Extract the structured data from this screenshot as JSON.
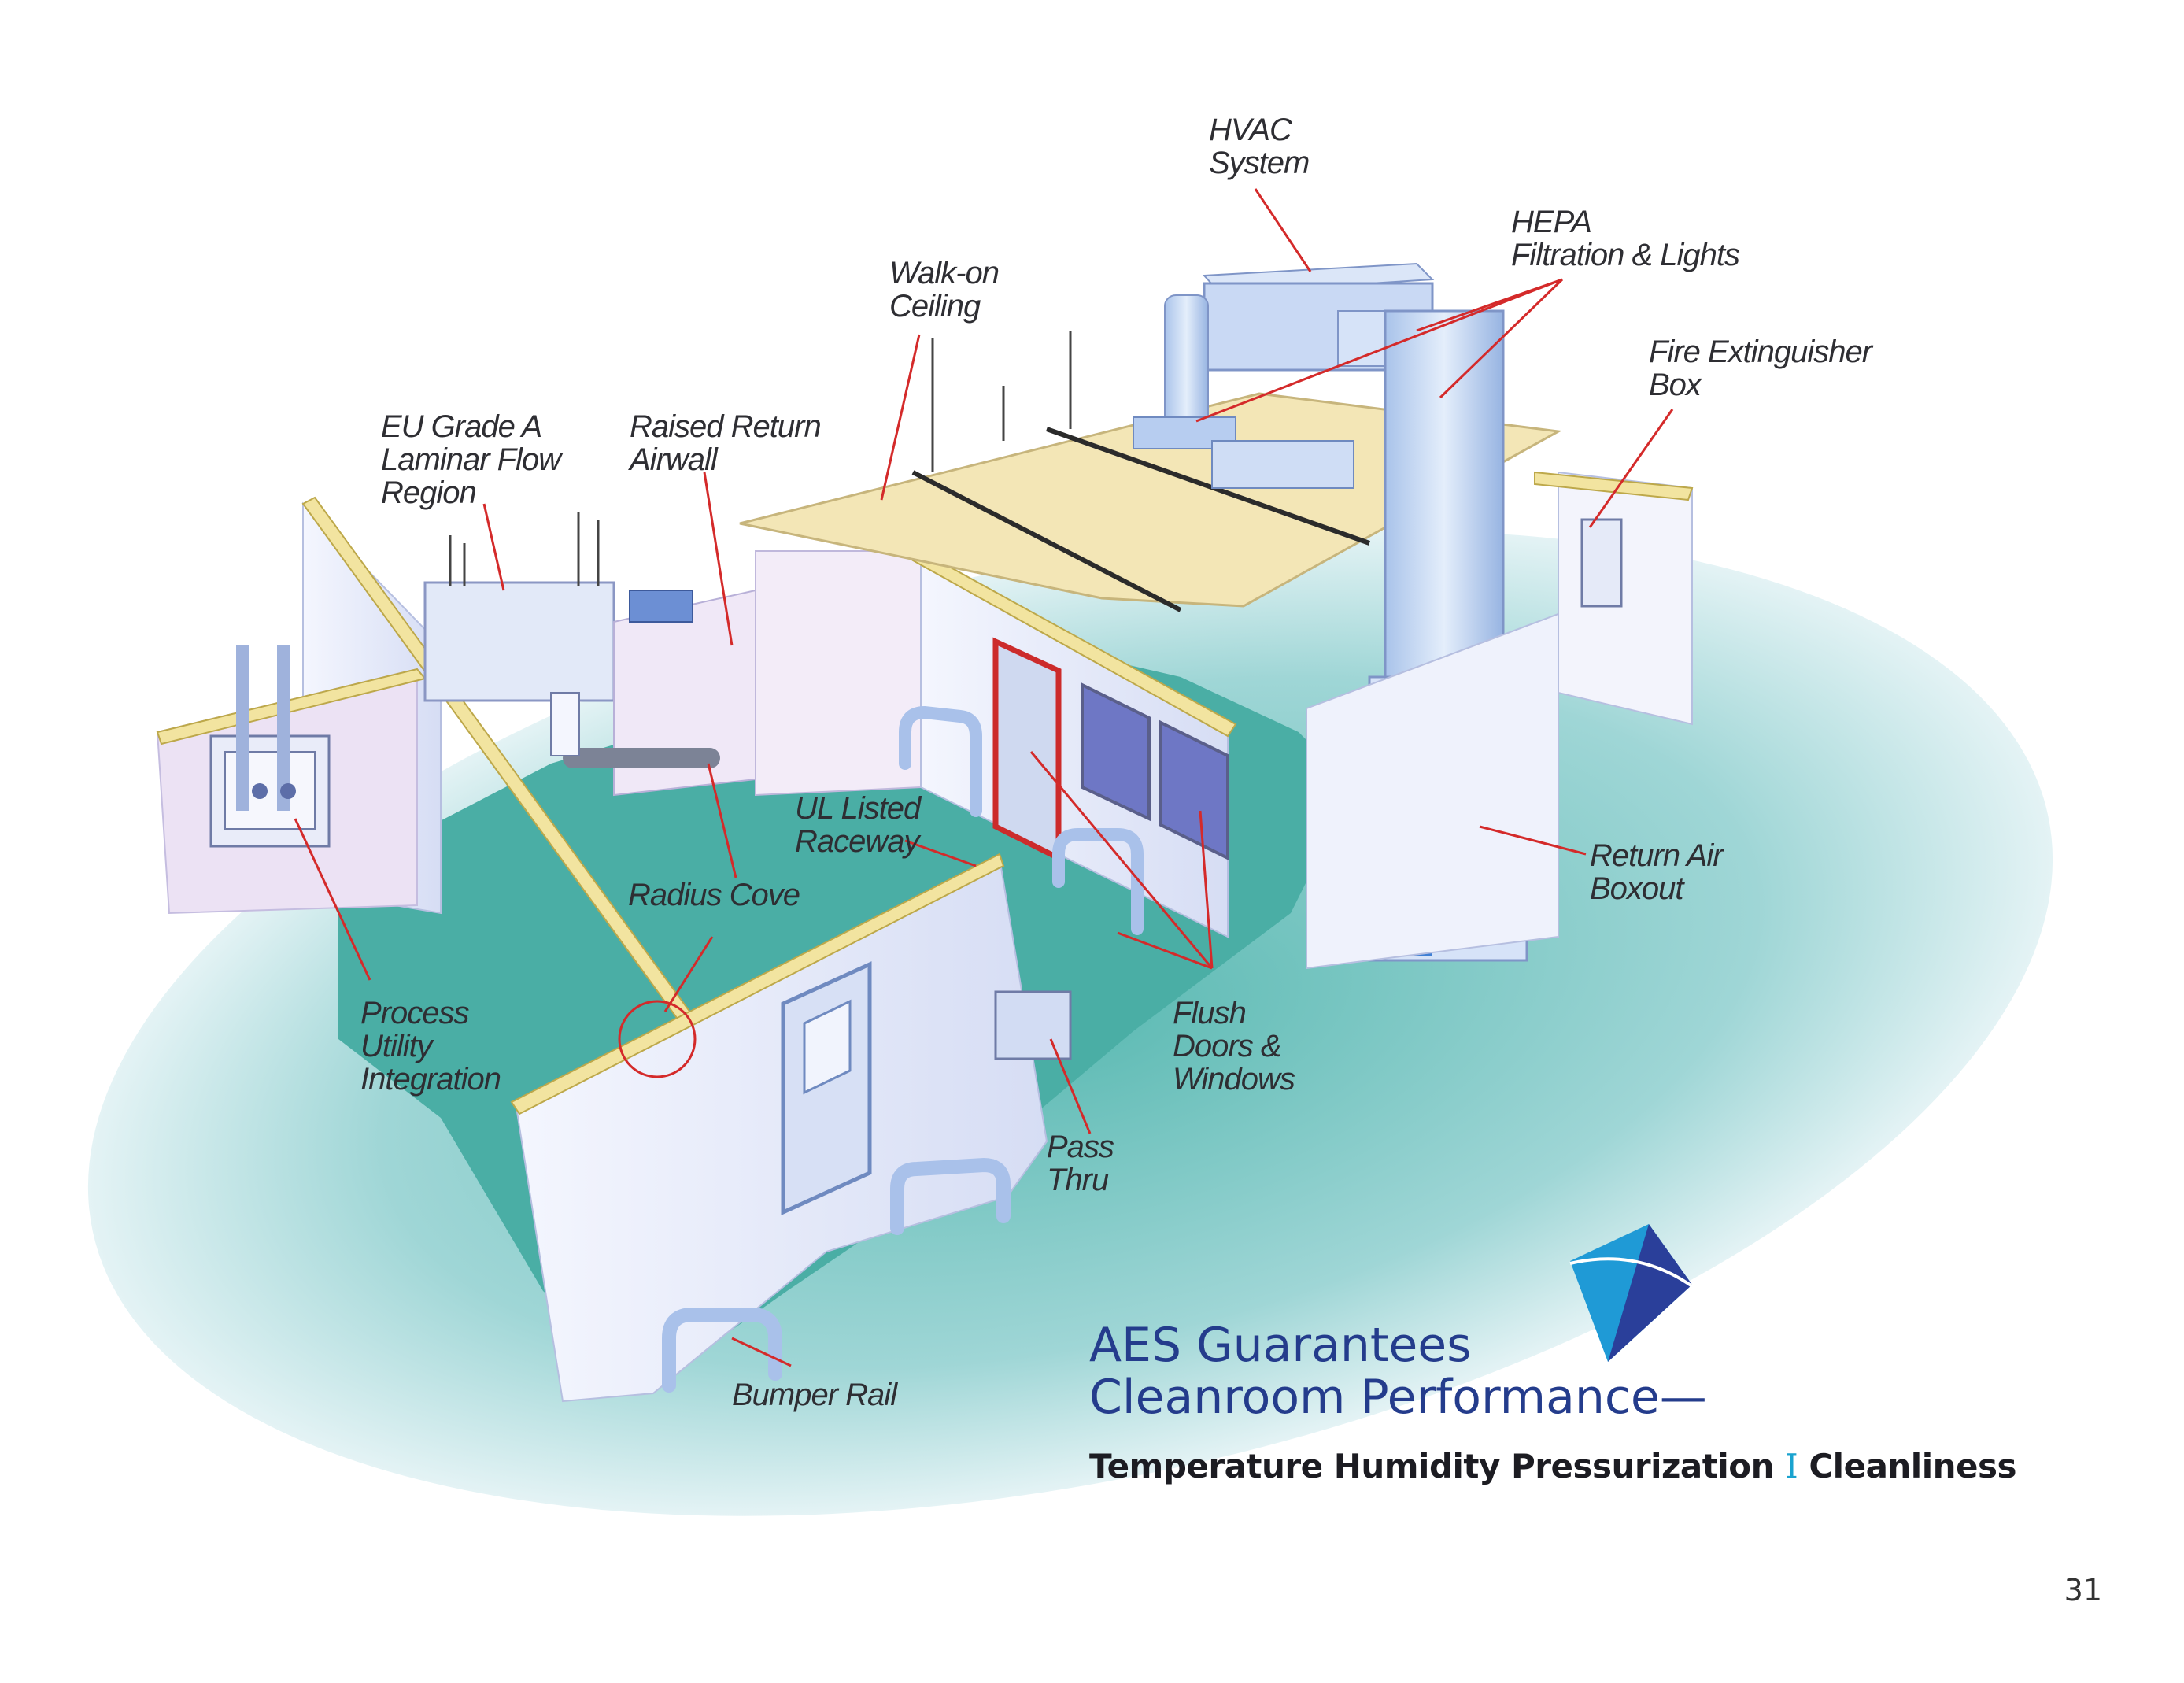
{
  "diagram": {
    "callouts": {
      "hvac": [
        "HVAC",
        "System"
      ],
      "hepa": [
        "HEPA",
        "Filtration & Lights"
      ],
      "walk_on": [
        "Walk-on",
        "Ceiling"
      ],
      "fire": [
        "Fire Extinguisher",
        "Box"
      ],
      "eu_grade": [
        "EU Grade A",
        "Laminar Flow",
        "Region"
      ],
      "raised_return": [
        "Raised Return",
        "Airwall"
      ],
      "ul_raceway": [
        "UL Listed",
        "Raceway"
      ],
      "radius_cove": [
        "Radius Cove"
      ],
      "process_utility": [
        "Process",
        "Utility",
        "Integration"
      ],
      "return_air": [
        "Return Air",
        "Boxout"
      ],
      "flush_doors": [
        "Flush",
        "Doors &",
        "Windows"
      ],
      "pass_thru": [
        "Pass",
        "Thru"
      ],
      "bumper_rail": [
        "Bumper Rail"
      ]
    },
    "colors": {
      "floor": "#4aaea5",
      "floor_halo": "#bfe4e7",
      "wall": "#e8ecfa",
      "wall_shade": "#d3daf2",
      "wall_top": "#f2e4a0",
      "ceiling": "#f3e6b6",
      "duct": "#c5d8f0",
      "duct_dark": "#8fb0e0",
      "leader": "#d42a2a",
      "door_frame": "#cc2b2b"
    }
  },
  "headline": {
    "line1": "AES Guarantees",
    "line2": "Cleanroom Performance—",
    "subline": {
      "temperature": "Temperature",
      "humidity": "Humidity",
      "pressurization": "Pressurization",
      "separator": "I",
      "cleanliness": "Cleanliness"
    },
    "color": "#243c8c"
  },
  "logo": {
    "icon": "aes-diamond-logo",
    "colors": [
      "#1f9ad6",
      "#2a3f9a"
    ]
  },
  "page_number": "31"
}
